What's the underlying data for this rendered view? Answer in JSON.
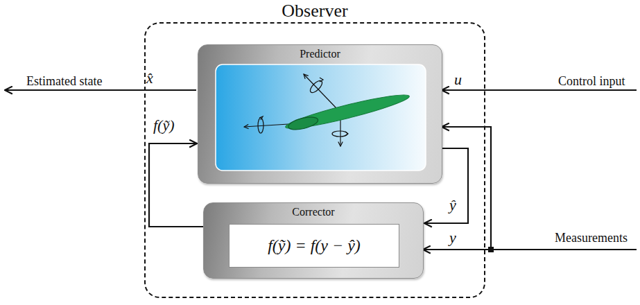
{
  "diagram": {
    "nodes": [
      {
        "text": [
          "Observer"
        ]
      },
      {
        "text": [
          "Predictor"
        ],
        "in": 0
      },
      {
        "text": [
          "Corrector"
        ],
        "in": 0
      },
      {
        "text": [
          "f(ỹ) = f(y − ŷ)"
        ],
        "in": 2
      }
    ],
    "edges": [
      {
        "from": 2,
        "to": 1,
        "arrow": "to",
        "label": "f(ỹ)"
      },
      {
        "from": 1,
        "to": 2,
        "arrow": "to",
        "label": "ŷ"
      }
    ],
    "labels": [
      "Estimated state",
      "x̂",
      "u",
      "Control input",
      "y",
      "Measurements"
    ]
  }
}
